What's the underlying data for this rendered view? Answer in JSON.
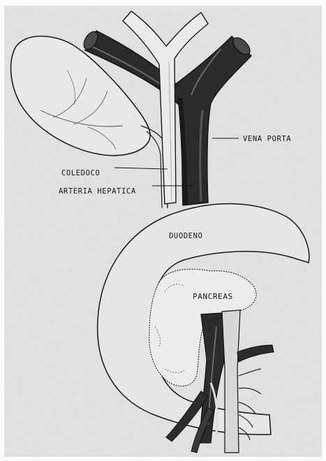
{
  "labels": {
    "vena_porta": "VENA PORTA",
    "coledoco": "COLEDOCO",
    "arteria_hepatica": "ARTERIA HEPATICA",
    "duodeno": "DUODENO",
    "pancreas": "PANCREAS"
  },
  "colors": {
    "paper": "#e4e4e2",
    "ink": "#161616",
    "vein_dark": "#2a2a2a",
    "duct_light": "#ecebea"
  }
}
